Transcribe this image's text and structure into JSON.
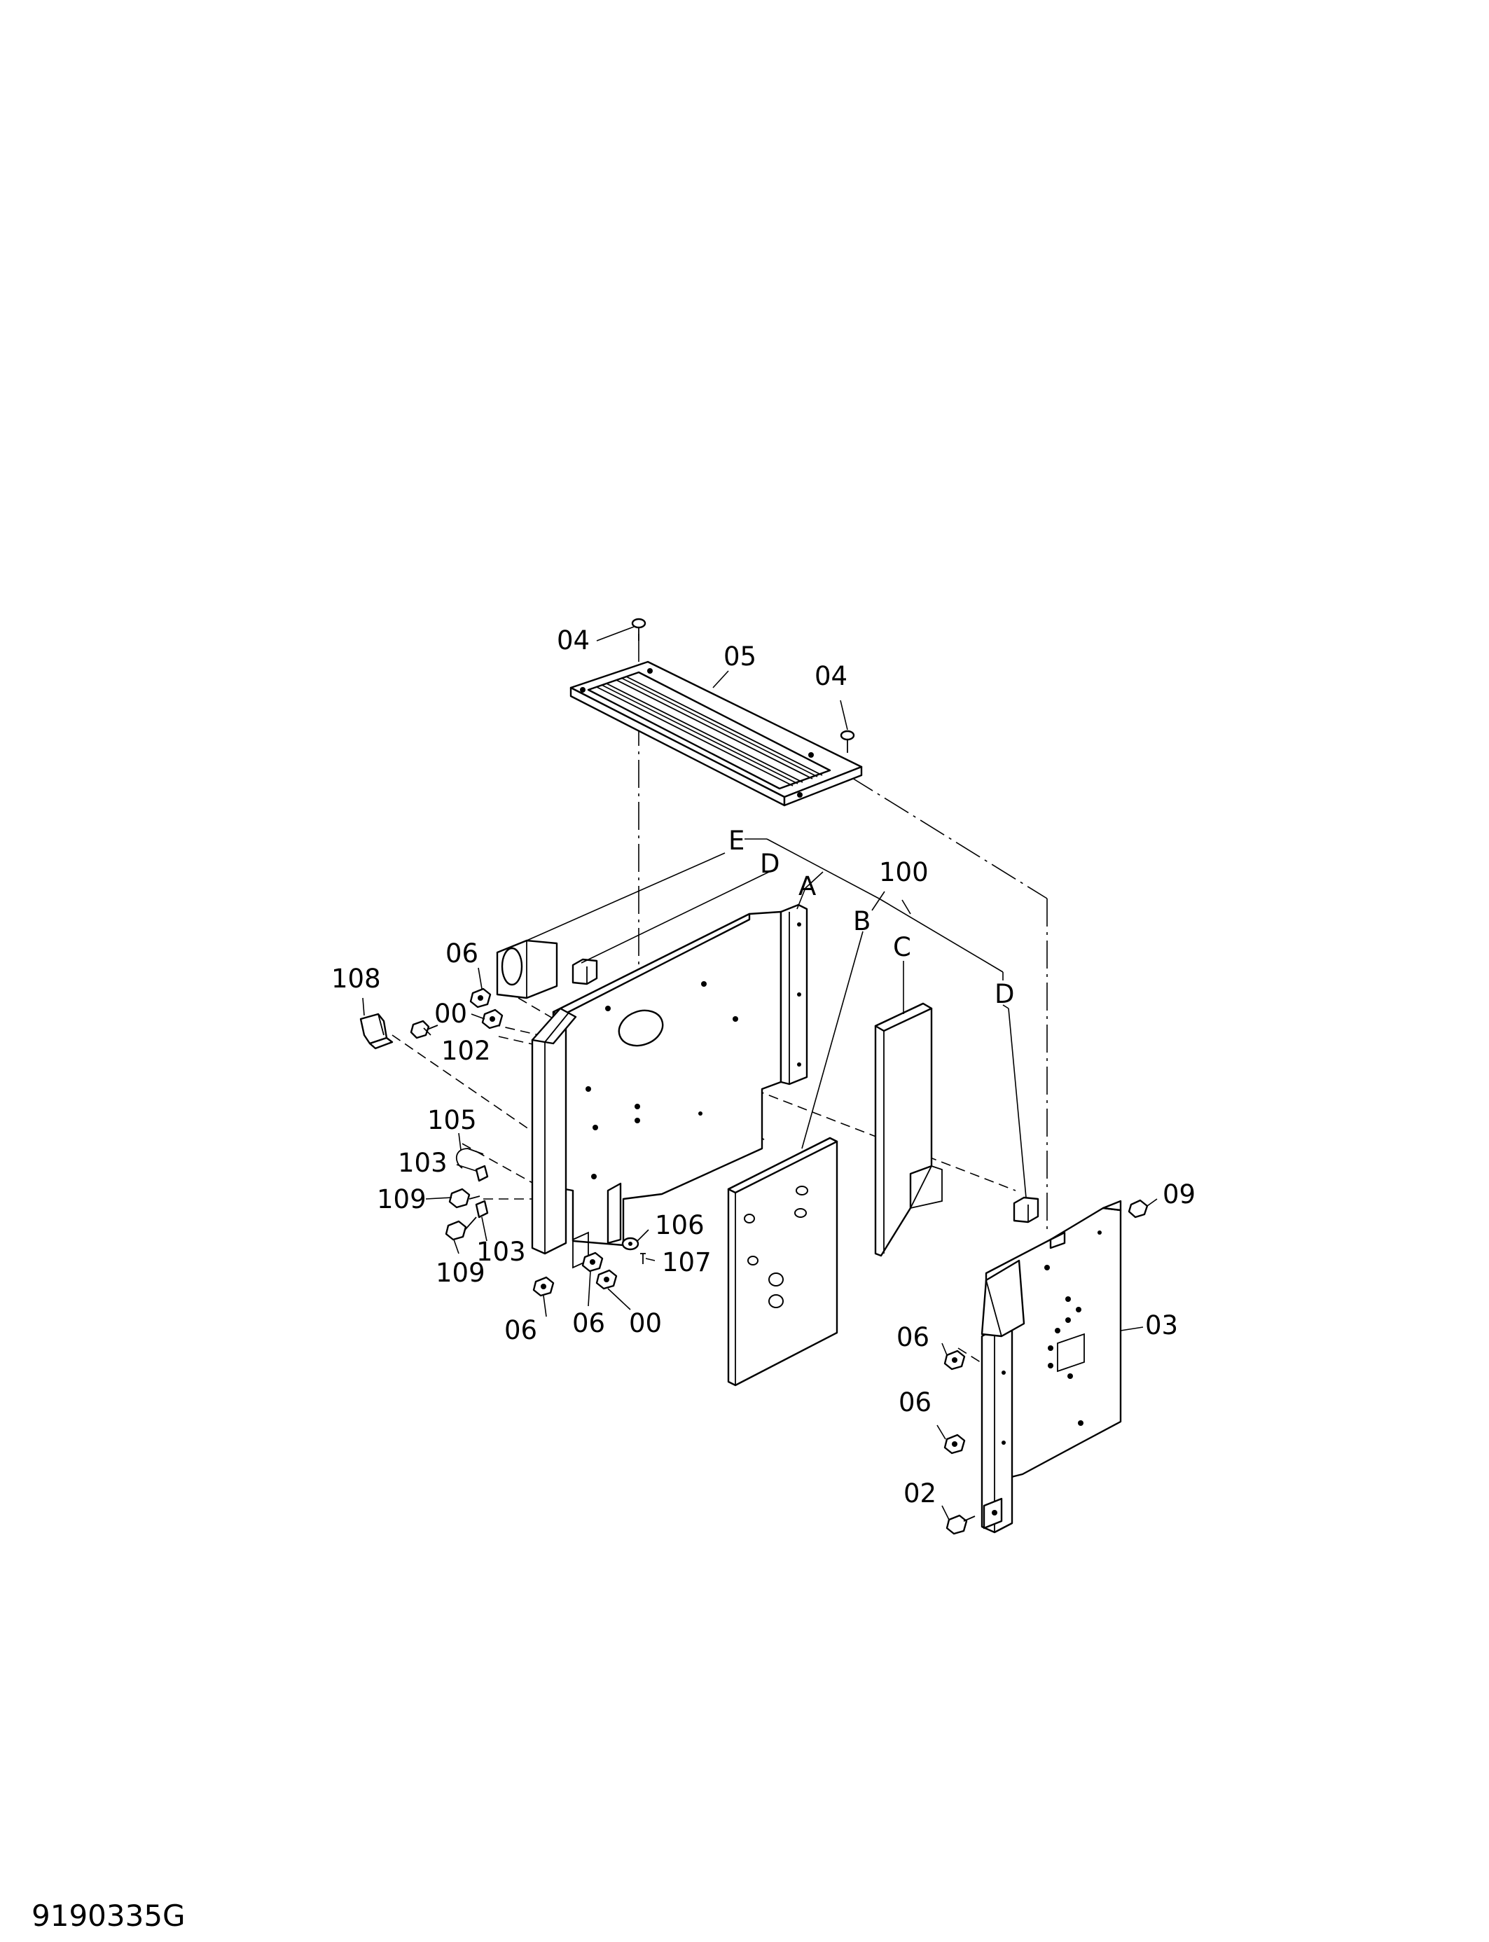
{
  "drawing_code": "9190335G",
  "callouts": {
    "c04a": "04",
    "c05": "05",
    "c04b": "04",
    "cE": "E",
    "cD1": "D",
    "cA": "A",
    "c100": "100",
    "cB": "B",
    "cC": "C",
    "cD2": "D",
    "c06a": "06",
    "c108": "108",
    "c00a": "00",
    "c102": "102",
    "c105": "105",
    "c103a": "103",
    "c109a": "109",
    "c109b": "109",
    "c103b": "103",
    "c106": "106",
    "c107": "107",
    "c06b": "06",
    "c06c": "06",
    "c00b": "00",
    "c09": "09",
    "c03": "03",
    "c06d": "06",
    "c06e": "06",
    "c02": "02"
  }
}
